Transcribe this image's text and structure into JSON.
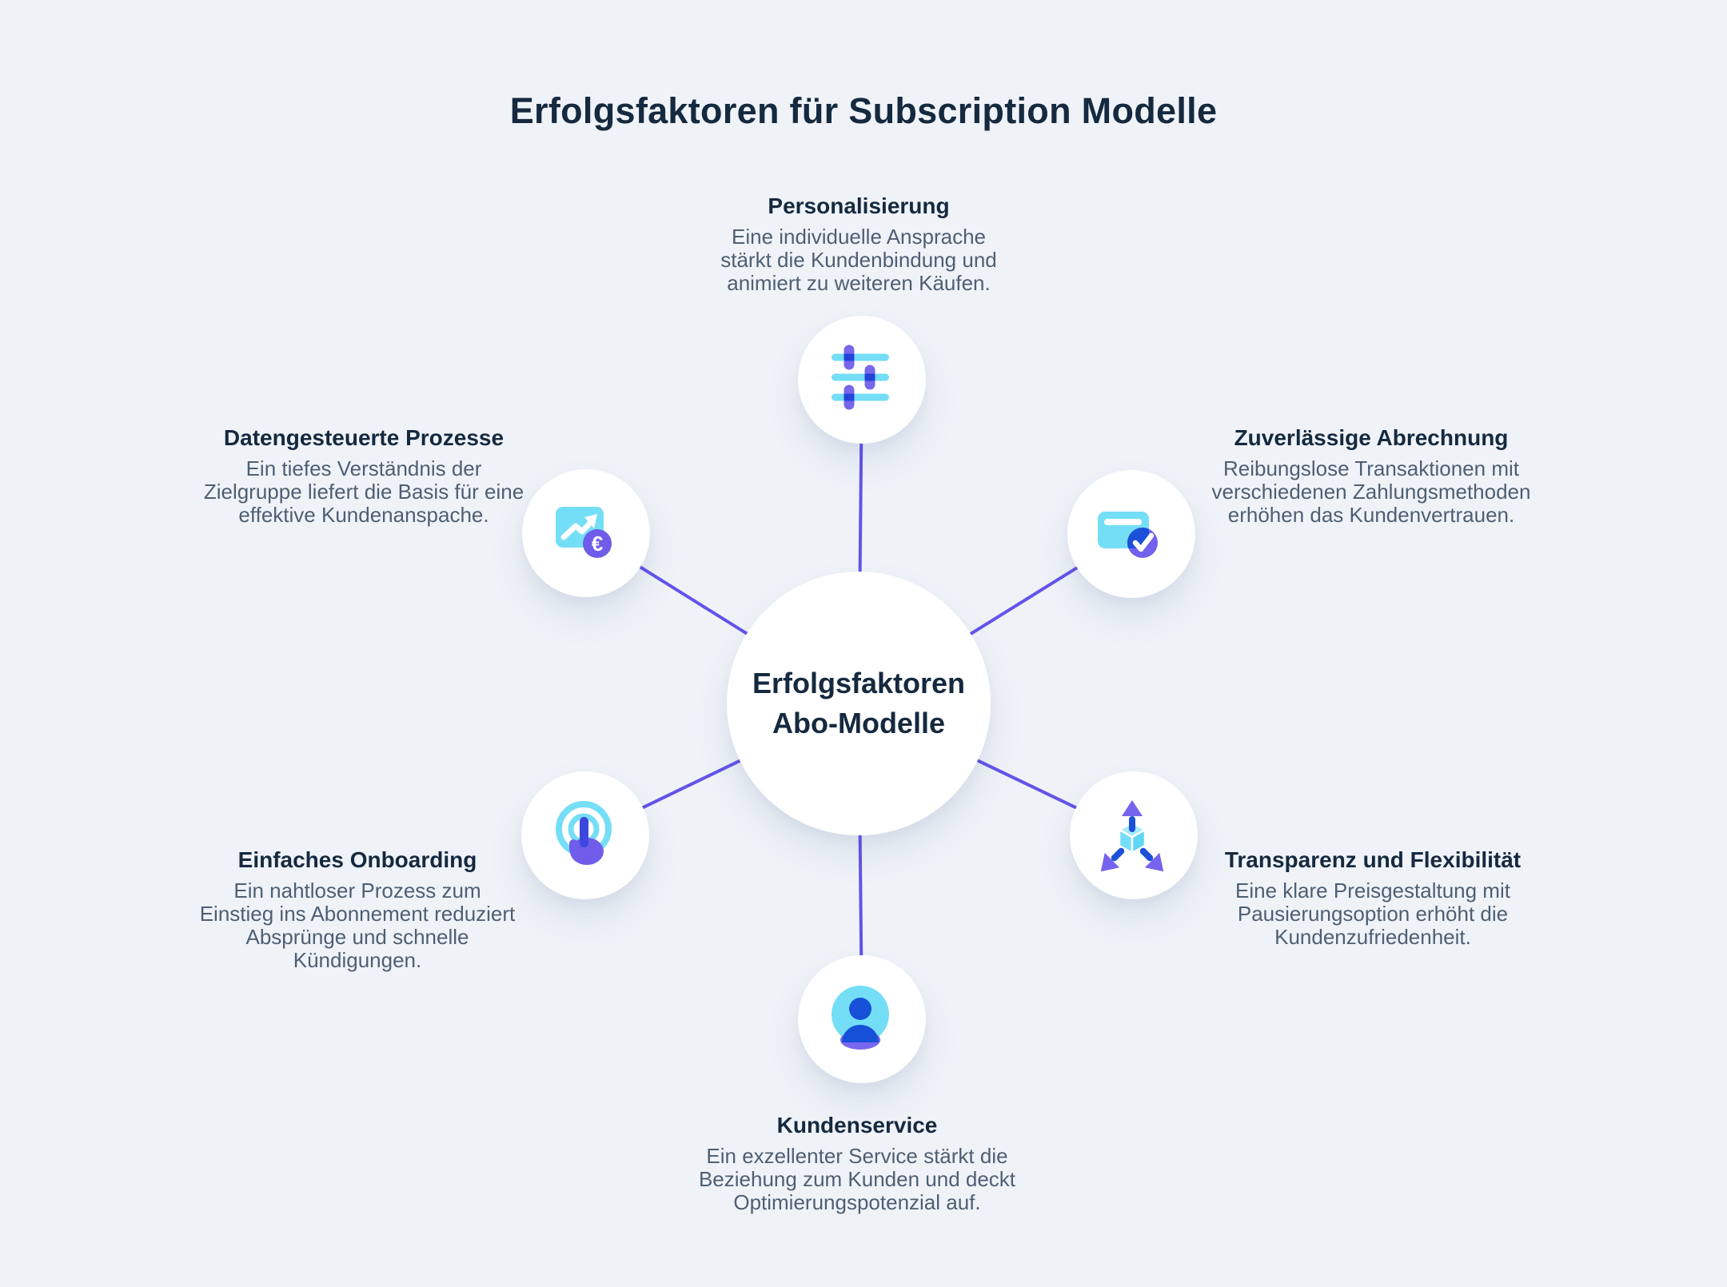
{
  "page": {
    "title": "Erfolgsfaktoren für Subscription Modelle"
  },
  "center": {
    "label": "Erfolgsfaktoren\nAbo-Modelle"
  },
  "nodes": {
    "personalisierung": {
      "title": "Personalisierung",
      "description": "Eine individuelle Ansprache\nstärkt die Kundenbindung und\nanimiert zu weiteren Käufen.",
      "icon": "sliders-icon",
      "position": "top"
    },
    "datengesteuerte_prozesse": {
      "title": "Datengesteuerte Prozesse",
      "description": "Ein tiefes Verständnis der\nZielgruppe liefert die Basis für eine\neffektive Kundenanspache.",
      "icon": "chart-euro-icon",
      "position": "upper-left"
    },
    "zuverlaessige_abrechnung": {
      "title": "Zuverlässige Abrechnung",
      "description": "Reibungslose Transaktionen mit\nverschiedenen Zahlungsmethoden\nerhöhen das Kundenvertrauen.",
      "icon": "card-check-icon",
      "position": "upper-right"
    },
    "einfaches_onboarding": {
      "title": "Einfaches Onboarding",
      "description": "Ein nahtloser Prozess zum\nEinstieg ins Abonnement reduziert\nAbsprünge und schnelle\nKündigungen.",
      "icon": "tap-icon",
      "position": "lower-left"
    },
    "transparenz_flexibilitaet": {
      "title": "Transparenz und Flexibilität",
      "description": "Eine klare Preisgestaltung mit\nPausierungsoption erhöht die\nKundenzufriedenheit.",
      "icon": "cube-arrows-icon",
      "position": "lower-right"
    },
    "kundenservice": {
      "title": "Kundenservice",
      "description": "Ein exzellenter Service stärkt die\nBeziehung zum Kunden und deckt\nOptimierungspotenzial auf.",
      "icon": "person-icon",
      "position": "bottom"
    }
  },
  "colors": {
    "background": "#eff3f8",
    "heading": "#15293f",
    "body_text": "#4e5f73",
    "connector": "#6254ea",
    "cyan": "#74def6",
    "cyan_light": "#a5ecfa",
    "purple": "#7161ec",
    "dark_blue": "#1b50d8",
    "node_circle": "#ffffff"
  }
}
